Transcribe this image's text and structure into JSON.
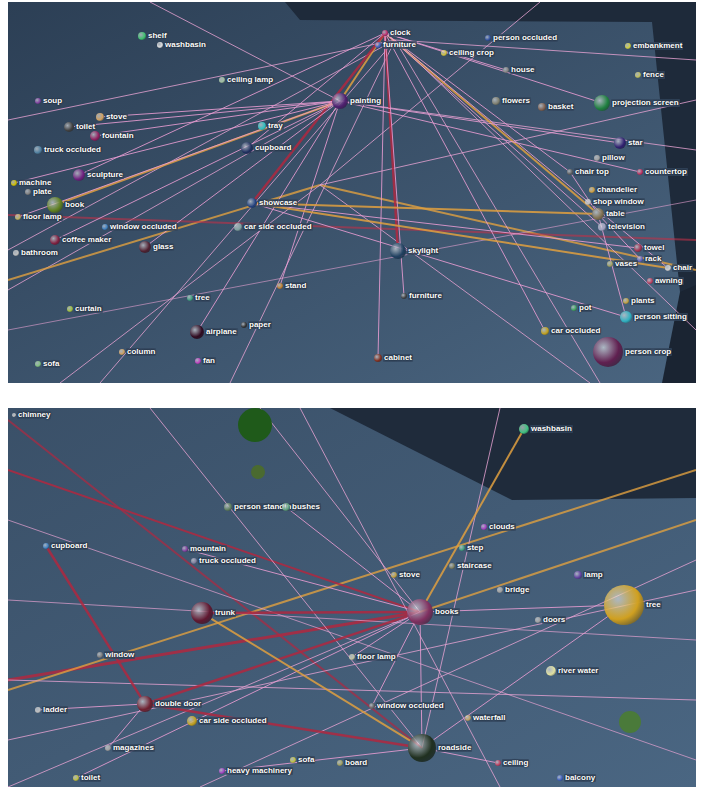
{
  "diagram": {
    "nodes": [
      {
        "text": [
          "shelf"
        ]
      },
      {
        "text": [
          "washbasin"
        ]
      },
      {
        "text": [
          "clock"
        ]
      },
      {
        "text": [
          "furniture"
        ]
      },
      {
        "text": [
          "person occluded"
        ]
      },
      {
        "text": [
          "ceiling crop"
        ]
      },
      {
        "text": [
          "embankment"
        ]
      },
      {
        "text": [
          "ceiling lamp"
        ]
      },
      {
        "text": [
          "house"
        ]
      },
      {
        "text": [
          "fence"
        ]
      },
      {
        "text": [
          "soup"
        ]
      },
      {
        "text": [
          "stove"
        ]
      },
      {
        "text": [
          "painting"
        ]
      },
      {
        "text": [
          "basket"
        ]
      },
      {
        "text": [
          "flowers"
        ]
      },
      {
        "text": [
          "projection screen"
        ]
      },
      {
        "text": [
          "toilet"
        ]
      },
      {
        "text": [
          "fountain"
        ]
      },
      {
        "text": [
          "tray"
        ]
      },
      {
        "text": [
          "cupboard"
        ]
      },
      {
        "text": [
          "star"
        ]
      },
      {
        "text": [
          "truck occluded"
        ]
      },
      {
        "text": [
          "sculpture"
        ]
      },
      {
        "text": [
          "pillow"
        ]
      },
      {
        "text": [
          "chair top"
        ]
      },
      {
        "text": [
          "countertop"
        ]
      },
      {
        "text": [
          "machine"
        ]
      },
      {
        "text": [
          "plate"
        ]
      },
      {
        "text": [
          "book"
        ]
      },
      {
        "text": [
          "chandelier"
        ]
      },
      {
        "text": [
          "showcase"
        ]
      },
      {
        "text": [
          "shop window"
        ]
      },
      {
        "text": [
          "table"
        ]
      },
      {
        "text": [
          "floor lamp"
        ]
      },
      {
        "text": [
          "window occluded"
        ]
      },
      {
        "text": [
          "car side occluded"
        ]
      },
      {
        "text": [
          "television"
        ]
      },
      {
        "text": [
          "coffee maker"
        ]
      },
      {
        "text": [
          "glass"
        ]
      },
      {
        "text": [
          "skylight"
        ]
      },
      {
        "text": [
          "towel"
        ]
      },
      {
        "text": [
          "bathroom"
        ]
      },
      {
        "text": [
          "rack"
        ]
      },
      {
        "text": [
          "vases"
        ]
      },
      {
        "text": [
          "chair"
        ]
      },
      {
        "text": [
          "awning"
        ]
      },
      {
        "text": [
          "stand"
        ]
      },
      {
        "text": [
          "furniture"
        ]
      },
      {
        "text": [
          "tree"
        ]
      },
      {
        "text": [
          "plants"
        ]
      },
      {
        "text": [
          "curtain"
        ]
      },
      {
        "text": [
          "pot"
        ]
      },
      {
        "text": [
          "person sitting"
        ]
      },
      {
        "text": [
          "car occluded"
        ]
      },
      {
        "text": [
          "paper"
        ]
      },
      {
        "text": [
          "airplane"
        ]
      },
      {
        "text": [
          "person crop"
        ]
      },
      {
        "text": [
          "column"
        ]
      },
      {
        "text": [
          "fan"
        ]
      },
      {
        "text": [
          "cabinet"
        ]
      },
      {
        "text": [
          "sofa"
        ]
      },
      {
        "text": [
          "chimney"
        ]
      },
      {
        "text": [
          "washbasin"
        ]
      },
      {
        "text": [
          "person standing"
        ]
      },
      {
        "text": [
          "bushes"
        ]
      },
      {
        "text": [
          "clouds"
        ]
      },
      {
        "text": [
          "step"
        ]
      },
      {
        "text": [
          "staircase"
        ]
      },
      {
        "text": [
          "stove"
        ]
      },
      {
        "text": [
          "lamp"
        ]
      },
      {
        "text": [
          "bridge"
        ]
      },
      {
        "text": [
          "tree"
        ]
      },
      {
        "text": [
          "cupboard"
        ]
      },
      {
        "text": [
          "mountain"
        ]
      },
      {
        "text": [
          "truck occluded"
        ]
      },
      {
        "text": [
          "books"
        ]
      },
      {
        "text": [
          "trunk"
        ]
      },
      {
        "text": [
          "doors"
        ]
      },
      {
        "text": [
          "floor lamp"
        ]
      },
      {
        "text": [
          "window"
        ]
      },
      {
        "text": [
          "river water"
        ]
      },
      {
        "text": [
          "ladder"
        ]
      },
      {
        "text": [
          "double door"
        ]
      },
      {
        "text": [
          "car side occluded"
        ]
      },
      {
        "text": [
          "window occluded"
        ]
      },
      {
        "text": [
          "waterfall"
        ]
      },
      {
        "text": [
          "magazines"
        ]
      },
      {
        "text": [
          "roadside"
        ]
      },
      {
        "text": [
          "ceiling"
        ]
      },
      {
        "text": [
          "sofa"
        ]
      },
      {
        "text": [
          "board"
        ]
      },
      {
        "text": [
          "heavy machinery"
        ]
      },
      {
        "text": [
          "toilet"
        ]
      },
      {
        "text": [
          "balcony"
        ]
      }
    ],
    "edges": [
      {
        "from": 2,
        "to": 12,
        "arrow": "none"
      },
      {
        "from": 2,
        "to": 30,
        "arrow": "none"
      },
      {
        "from": 2,
        "to": 39,
        "arrow": "none"
      },
      {
        "from": 2,
        "to": 32,
        "arrow": "none"
      },
      {
        "from": 2,
        "to": 44,
        "arrow": "none"
      },
      {
        "from": 2,
        "to": 53,
        "arrow": "none"
      },
      {
        "from": 2,
        "to": 47,
        "arrow": "none"
      },
      {
        "from": 2,
        "to": 59,
        "arrow": "none"
      },
      {
        "from": 2,
        "to": 24,
        "arrow": "none"
      },
      {
        "from": 2,
        "to": 36,
        "arrow": "none"
      },
      {
        "from": 2,
        "to": 15,
        "arrow": "none"
      },
      {
        "from": 2,
        "to": 22,
        "arrow": "none"
      },
      {
        "from": 2,
        "to": 19,
        "arrow": "none"
      },
      {
        "from": 2,
        "to": 8,
        "arrow": "none"
      },
      {
        "from": 12,
        "to": 28,
        "arrow": "none"
      },
      {
        "from": 12,
        "to": 37,
        "arrow": "none"
      },
      {
        "from": 12,
        "to": 16,
        "arrow": "none"
      },
      {
        "from": 12,
        "to": 17,
        "arrow": "none"
      },
      {
        "from": 12,
        "to": 38,
        "arrow": "none"
      },
      {
        "from": 12,
        "to": 11,
        "arrow": "none"
      },
      {
        "from": 12,
        "to": 26,
        "arrow": "none"
      },
      {
        "from": 12,
        "to": 33,
        "arrow": "none"
      },
      {
        "from": 12,
        "to": 55,
        "arrow": "none"
      },
      {
        "from": 12,
        "to": 46,
        "arrow": "none"
      },
      {
        "from": 12,
        "to": 20,
        "arrow": "none"
      },
      {
        "from": 12,
        "to": 25,
        "arrow": "none"
      },
      {
        "from": 30,
        "to": 32,
        "arrow": "none"
      },
      {
        "from": 30,
        "to": 40,
        "arrow": "none"
      },
      {
        "from": 30,
        "to": 44,
        "arrow": "none"
      },
      {
        "from": 30,
        "to": 52,
        "arrow": "none"
      },
      {
        "from": 32,
        "to": 24,
        "arrow": "none"
      },
      {
        "from": 32,
        "to": 52,
        "arrow": "none"
      },
      {
        "from": 32,
        "to": 42,
        "arrow": "none"
      },
      {
        "from": 75,
        "to": 82,
        "arrow": "none"
      },
      {
        "from": 75,
        "to": 76,
        "arrow": "none"
      },
      {
        "from": 75,
        "to": 71,
        "arrow": "none"
      },
      {
        "from": 75,
        "to": 62,
        "arrow": "none"
      },
      {
        "from": 75,
        "to": 87,
        "arrow": "none"
      },
      {
        "from": 75,
        "to": 84,
        "arrow": "none"
      },
      {
        "from": 75,
        "to": 78,
        "arrow": "none"
      },
      {
        "from": 75,
        "to": 64,
        "arrow": "none"
      },
      {
        "from": 75,
        "to": 73,
        "arrow": "none"
      },
      {
        "from": 75,
        "to": 92,
        "arrow": "none"
      },
      {
        "from": 87,
        "to": 82,
        "arrow": "none"
      },
      {
        "from": 87,
        "to": 76,
        "arrow": "none"
      },
      {
        "from": 87,
        "to": 91,
        "arrow": "none"
      },
      {
        "from": 87,
        "to": 88,
        "arrow": "none"
      },
      {
        "from": 87,
        "to": 71,
        "arrow": "none"
      },
      {
        "from": 82,
        "to": 72,
        "arrow": "none"
      },
      {
        "from": 82,
        "to": 81,
        "arrow": "none"
      },
      {
        "from": 82,
        "to": 86,
        "arrow": "none"
      }
    ]
  }
}
